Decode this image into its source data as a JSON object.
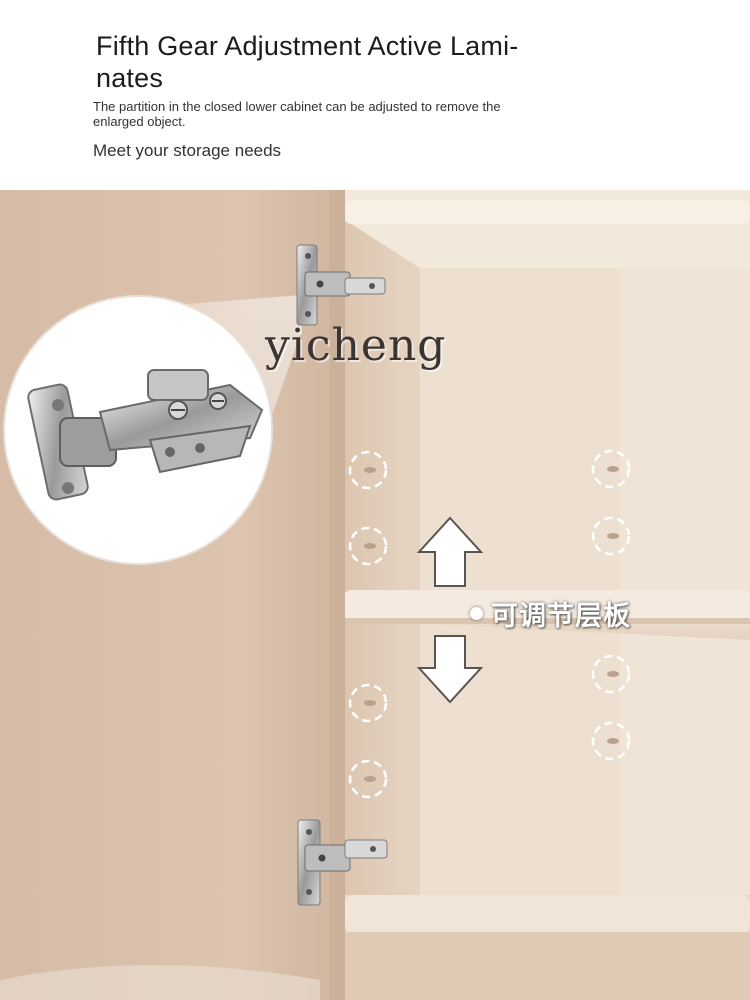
{
  "header": {
    "title": "Fifth Gear Adjustment Active Lami- nates",
    "subtitle": "The partition in the closed lower cabinet can be adjusted to remove the enlarged object.",
    "tagline": "Meet your storage needs"
  },
  "photo": {
    "watermark": "yicheng",
    "shelf_label": "可调节层板"
  },
  "colors": {
    "cabinet_door": "#d9c1ac",
    "cabinet_interior": "#e8d7c5",
    "shelf": "#efe2d3",
    "text_dark": "#1c1c1c"
  }
}
